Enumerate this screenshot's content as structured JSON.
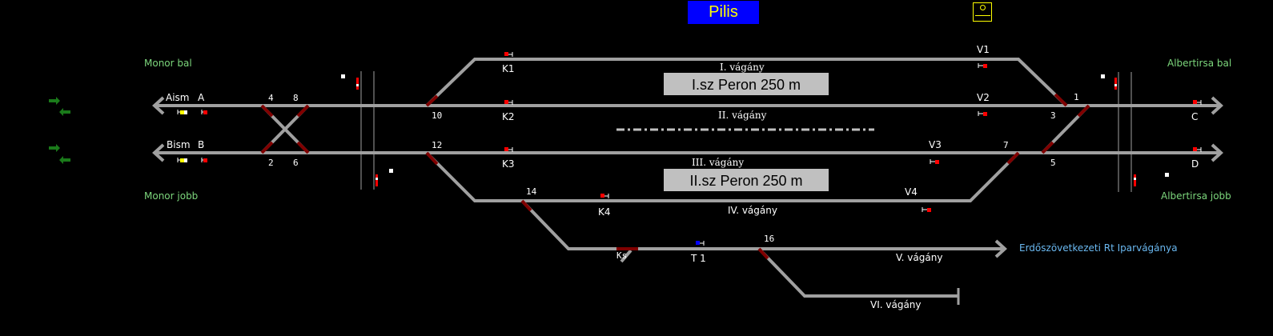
{
  "station": {
    "title": "Pilis",
    "settings_icon": "station-settings-icon"
  },
  "directions": {
    "monor_bal": "Monor bal",
    "monor_jobb": "Monor jobb",
    "albertirsa_bal": "Albertirsa bal",
    "albertirsa_jobb": "Albertirsa jobb",
    "industrial": "Erdőszövetkezeti Rt Iparvágánya"
  },
  "tracks": {
    "t1": "I. vágány",
    "t2": "II. vágány",
    "t3": "III. vágány",
    "t4": "IV. vágány",
    "t5": "V. vágány",
    "t6": "VI. vágány"
  },
  "platforms": {
    "p1": "I.sz Peron 250 m",
    "p2": "II.sz Peron 250 m"
  },
  "signals": {
    "aism": "Aism",
    "a": "A",
    "bism": "Bism",
    "b": "B",
    "c": "C",
    "d": "D",
    "k1": "K1",
    "k2": "K2",
    "k3": "K3",
    "k4": "K4",
    "v1": "V1",
    "v2": "V2",
    "v3": "V3",
    "v4": "V4",
    "t1": "T 1",
    "ks": "Ks"
  },
  "switches": {
    "s1": "1",
    "s2": "2",
    "s3": "3",
    "s4": "4",
    "s5": "5",
    "s6": "6",
    "s7": "7",
    "s8": "8",
    "s10": "10",
    "s12": "12",
    "s14": "14",
    "s16": "16"
  },
  "colors": {
    "track": "#a0a0a0",
    "switch_locked": "#800000",
    "signal_stop": "#ff0000",
    "signal_caution": "#ffff00",
    "signal_shunt": "#0000ff",
    "direction_arrow": "#1a7a1a",
    "title_bg": "#0000ff",
    "title_fg": "#ffff00"
  }
}
